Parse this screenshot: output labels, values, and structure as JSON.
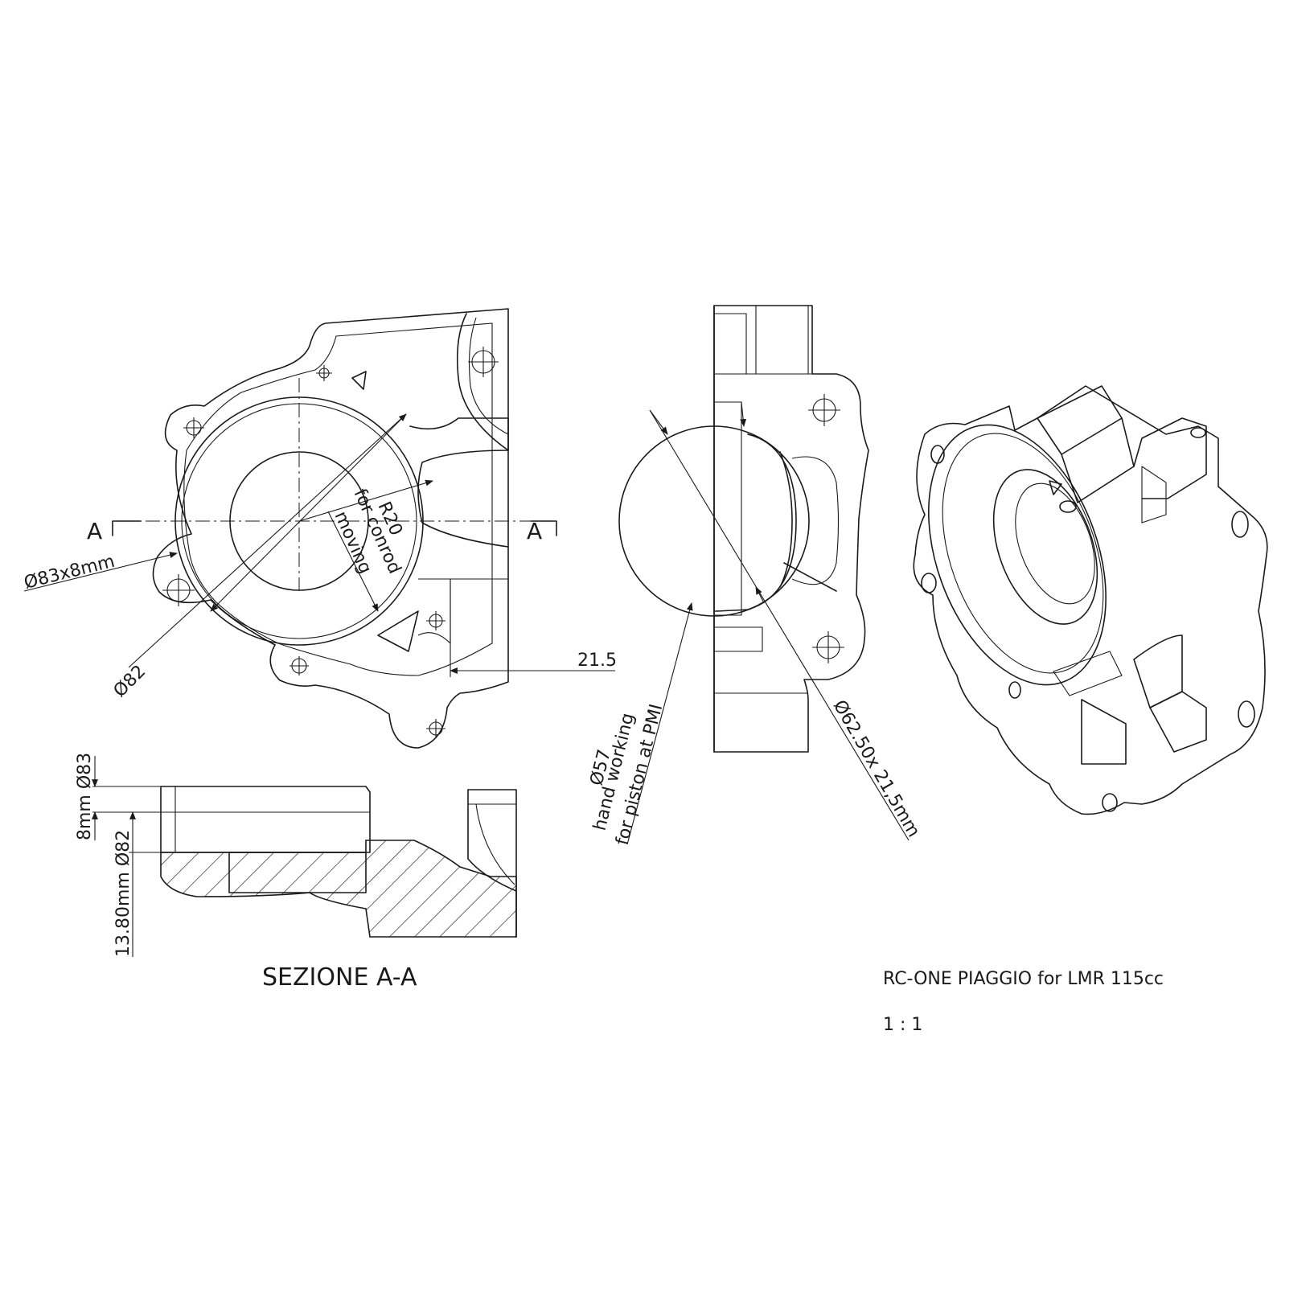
{
  "section_marks": {
    "left": "A",
    "right": "A"
  },
  "dimensions": {
    "dia_83x8": "Ø83x8mm",
    "dia_82": "Ø82",
    "radius": "R20",
    "radius_note_1": "for conrod",
    "radius_note_2": "moving",
    "depth_21_5": "21.5",
    "dia_57": "Ø57",
    "dia_57_note_1": "hand working",
    "dia_57_note_2": "for piston at PMI",
    "dia_62_5": "Ø62.50x 21,5mm",
    "sec_dia_83": "8mm Ø83",
    "sec_dia_82": "13.80mm Ø82"
  },
  "section_title": "SEZIONE A-A",
  "title_block": {
    "part_name": "RC-ONE PIAGGIO for LMR 115cc",
    "scale": "1 : 1"
  }
}
